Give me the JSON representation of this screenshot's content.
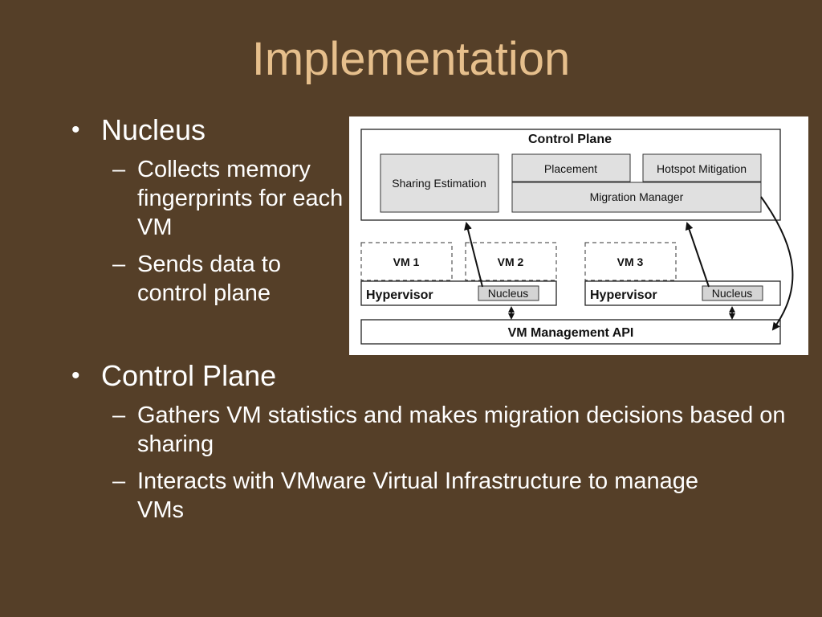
{
  "slide": {
    "title": "Implementation",
    "bullets": [
      {
        "label": "Nucleus",
        "subitems": [
          "Collects memory fingerprints for each VM",
          "Sends data to control plane"
        ]
      },
      {
        "label": "Control Plane",
        "subitems": [
          "Gathers VM statistics and makes migration decisions based on sharing",
          "Interacts with VMware Virtual Infrastructure to manage VMs"
        ]
      }
    ]
  },
  "diagram": {
    "control_plane": "Control Plane",
    "sharing_estimation": "Sharing Estimation",
    "placement": "Placement",
    "hotspot_mitigation": "Hotspot Mitigation",
    "migration_manager": "Migration Manager",
    "vm1": "VM 1",
    "vm2": "VM 2",
    "vm3": "VM 3",
    "hypervisor_left": "Hypervisor",
    "hypervisor_right": "Hypervisor",
    "nucleus_left": "Nucleus",
    "nucleus_right": "Nucleus",
    "vm_management_api": "VM Management API"
  }
}
